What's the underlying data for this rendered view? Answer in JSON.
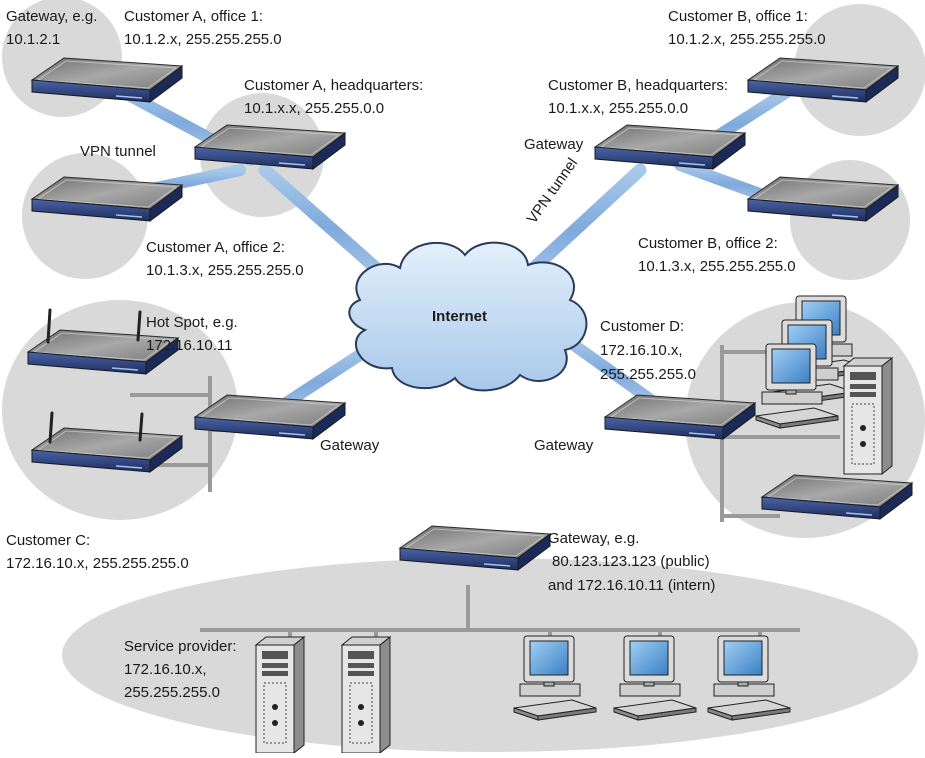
{
  "labels": {
    "gw_a_title": "Gateway, e.g.",
    "gw_a_ip": "10.1.2.1",
    "ca_o1_title": "Customer A, office 1:",
    "ca_o1_ip": "10.1.2.x, 255.255.255.0",
    "ca_hq_title": "Customer A, headquarters:",
    "ca_hq_ip": "10.1.x.x, 255.255.0.0",
    "vpn_tunnel_left": "VPN tunnel",
    "ca_o2_title": "Customer A, office 2:",
    "ca_o2_ip": "10.1.3.x, 255.255.255.0",
    "cb_o1_title": "Customer B, office 1:",
    "cb_o1_ip": "10.1.2.x, 255.255.255.0",
    "cb_hq_title": "Customer B, headquarters:",
    "cb_hq_ip": "10.1.x.x, 255.255.0.0",
    "gw_b": "Gateway",
    "vpn_tunnel_right": "VPN tunnel",
    "cb_o2_title": "Customer B, office 2:",
    "cb_o2_ip": "10.1.3.x, 255.255.255.0",
    "hotspot_title": "Hot Spot, e.g.",
    "hotspot_ip": "172.16.10.11",
    "internet": "Internet",
    "cd_title": "Customer D:",
    "cd_ip": "172.16.10.x,",
    "cd_mask": "255.255.255.0",
    "gw_c": "Gateway",
    "gw_d": "Gateway",
    "cc_title": "Customer C:",
    "cc_ip": "172.16.10.x, 255.255.255.0",
    "gw_sp_title": "Gateway, e.g.",
    "gw_sp_public": "80.123.123.123 (public)",
    "gw_sp_intern": "and 172.16.10.11 (intern)",
    "sp_title": "Service provider:",
    "sp_ip": "172.16.10.x,",
    "sp_mask": "255.255.255.0"
  },
  "colors": {
    "zone_fill": "#d9d9d9",
    "tunnel": "#8fb6e0",
    "tunnel_dark": "#5a8cc8",
    "lan_line": "#9a9a9a",
    "router_top": "#8a8a8a",
    "router_front": "#2c3f7a",
    "cloud_fill": "#c4dcf2",
    "cloud_stroke": "#2b3a5c"
  }
}
